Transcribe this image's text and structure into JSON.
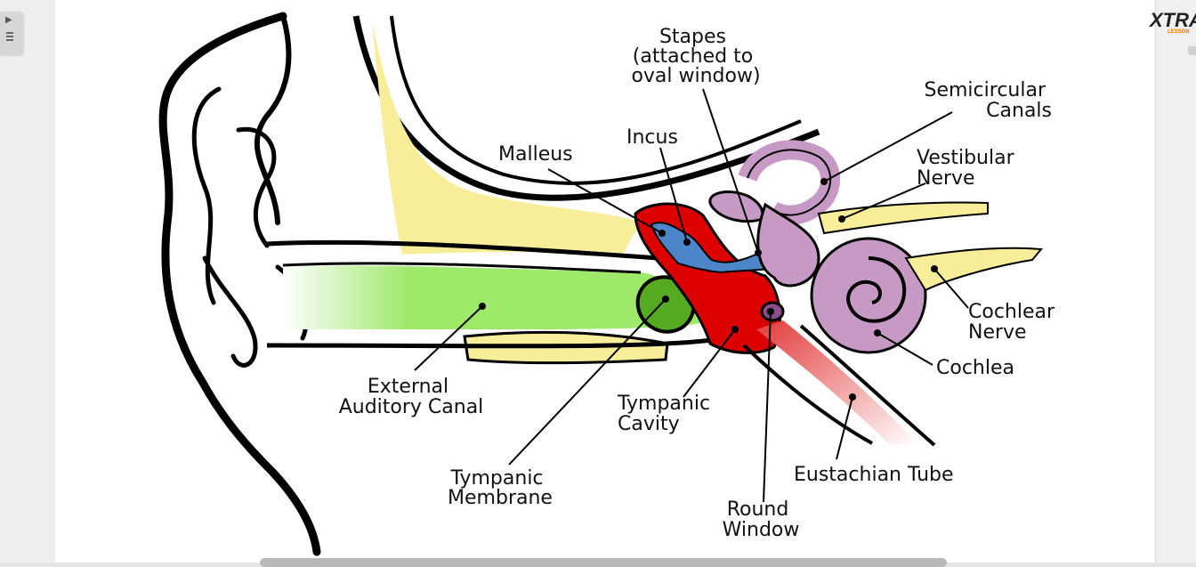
{
  "brand": {
    "logo_text": "XTRA",
    "logo_subtext": "LESSON"
  },
  "colors": {
    "outer_canal": "#9ee86a",
    "tympanic_membrane": "#55aa22",
    "bone_yellow": "#f8ee9a",
    "middle_ear_red": "#dd0000",
    "ossicles_blue": "#4d86c8",
    "inner_ear_purple": "#c79ac6",
    "eustachian_pink": "#ee8888"
  },
  "labels": {
    "stapes": [
      "Stapes",
      "(attached to",
      "oval window)"
    ],
    "semicircular_canals": [
      "Semicircular",
      "Canals"
    ],
    "incus": [
      "Incus"
    ],
    "malleus": [
      "Malleus"
    ],
    "vestibular_nerve": [
      "Vestibular",
      "Nerve"
    ],
    "cochlear_nerve": [
      "Cochlear",
      "Nerve"
    ],
    "cochlea": [
      "Cochlea"
    ],
    "external_auditory_canal": [
      "External",
      "Auditory Canal"
    ],
    "tympanic_cavity": [
      "Tympanic",
      "Cavity"
    ],
    "tympanic_membrane": [
      "Tympanic",
      "Membrane"
    ],
    "eustachian_tube": [
      "Eustachian Tube"
    ],
    "round_window": [
      "Round",
      "Window"
    ]
  }
}
